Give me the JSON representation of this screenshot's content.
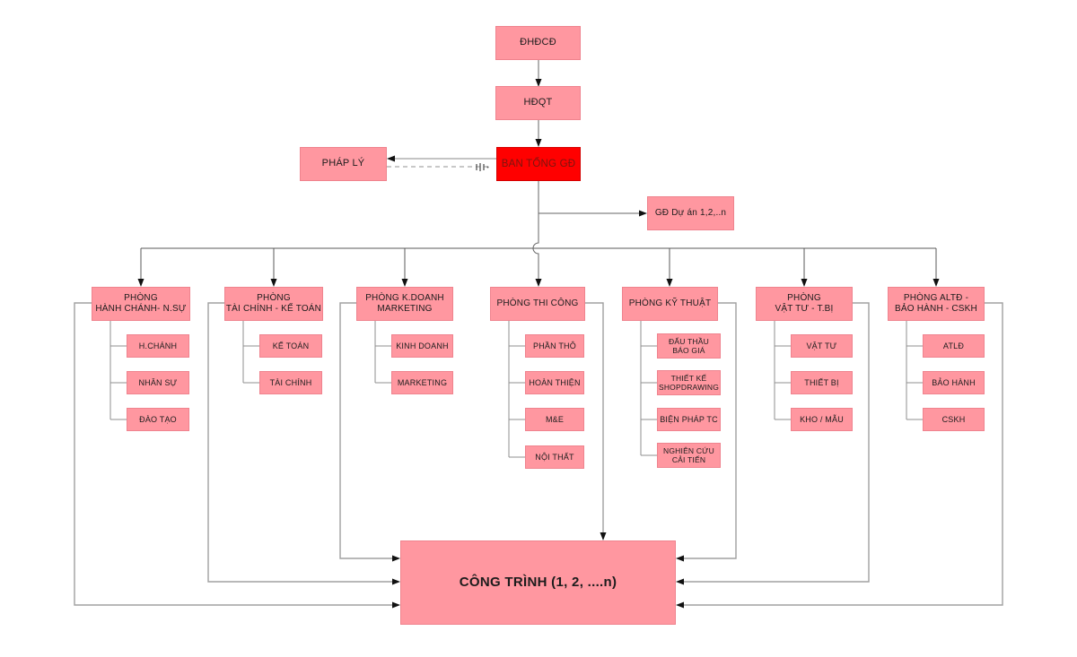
{
  "top": {
    "shareholders": "ĐHĐCĐ",
    "board": "HĐQT",
    "ceo": "BAN TỔNG GĐ",
    "legal": "PHÁP LÝ",
    "project_director": "GĐ Dự án 1,2,..n"
  },
  "departments": [
    {
      "name": "PHÒNG\nHÀNH CHÁNH- N.SỰ",
      "children": [
        "H.CHÁNH",
        "NHÂN SỰ",
        "ĐÀO TẠO"
      ]
    },
    {
      "name": "PHÒNG\nTÀI CHÍNH - KẾ TOÁN",
      "children": [
        "KẾ TOÁN",
        "TÀI CHÍNH"
      ]
    },
    {
      "name": "PHÒNG K.DOANH\nMARKETING",
      "children": [
        "KINH DOANH",
        "MARKETING"
      ]
    },
    {
      "name": "PHÒNG THI CÔNG",
      "children": [
        "PHẦN THÔ",
        "HOÀN THIỆN",
        "M&E",
        "NỘI THẤT"
      ]
    },
    {
      "name": "PHÒNG KỸ THUẬT",
      "children": [
        "ĐẤU THẦU\nBÁO GIÁ",
        "THIẾT KẾ\nSHOPDRAWING",
        "BIỆN PHÁP TC",
        "NGHIÊN CỨU\nCẢI TIẾN"
      ]
    },
    {
      "name": "PHÒNG\nVẬT TƯ - T.BỊ",
      "children": [
        "VẬT TƯ",
        "THIẾT BỊ",
        "KHO / MẪU"
      ]
    },
    {
      "name": "PHÒNG ALTĐ -\nBẢO HÀNH - CSKH",
      "children": [
        "ATLĐ",
        "BẢO HÀNH",
        "CSKH"
      ]
    }
  ],
  "bottom": {
    "projects": "CÔNG TRÌNH (1, 2, ....n)"
  },
  "colors": {
    "pink": "#FF97A0",
    "red": "#FF0000",
    "ceo_text": "#7B150F",
    "text": "#1C1C1C",
    "line_dark": "#5A5A5A",
    "line_gray": "#9D9D9D"
  }
}
